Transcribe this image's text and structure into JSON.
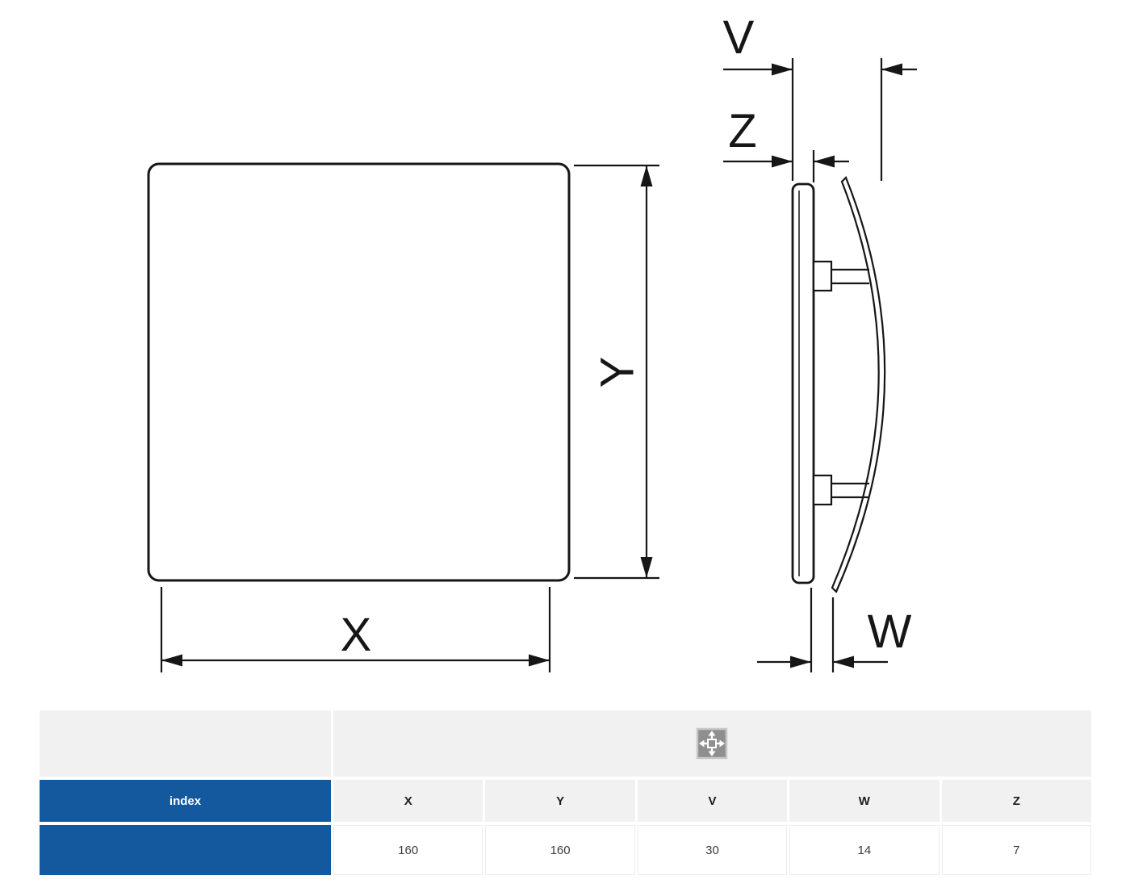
{
  "diagram": {
    "labels": {
      "X": "X",
      "Y": "Y",
      "V": "V",
      "W": "W",
      "Z": "Z"
    }
  },
  "table": {
    "index_label": "index",
    "icon": "dimensions-icon",
    "columns": [
      "X",
      "Y",
      "V",
      "W",
      "Z"
    ],
    "values": [
      "160",
      "160",
      "30",
      "14",
      "7"
    ]
  },
  "colors": {
    "accent_blue": "#14599d",
    "header_gray": "#f1f1f2",
    "line": "#161616"
  }
}
